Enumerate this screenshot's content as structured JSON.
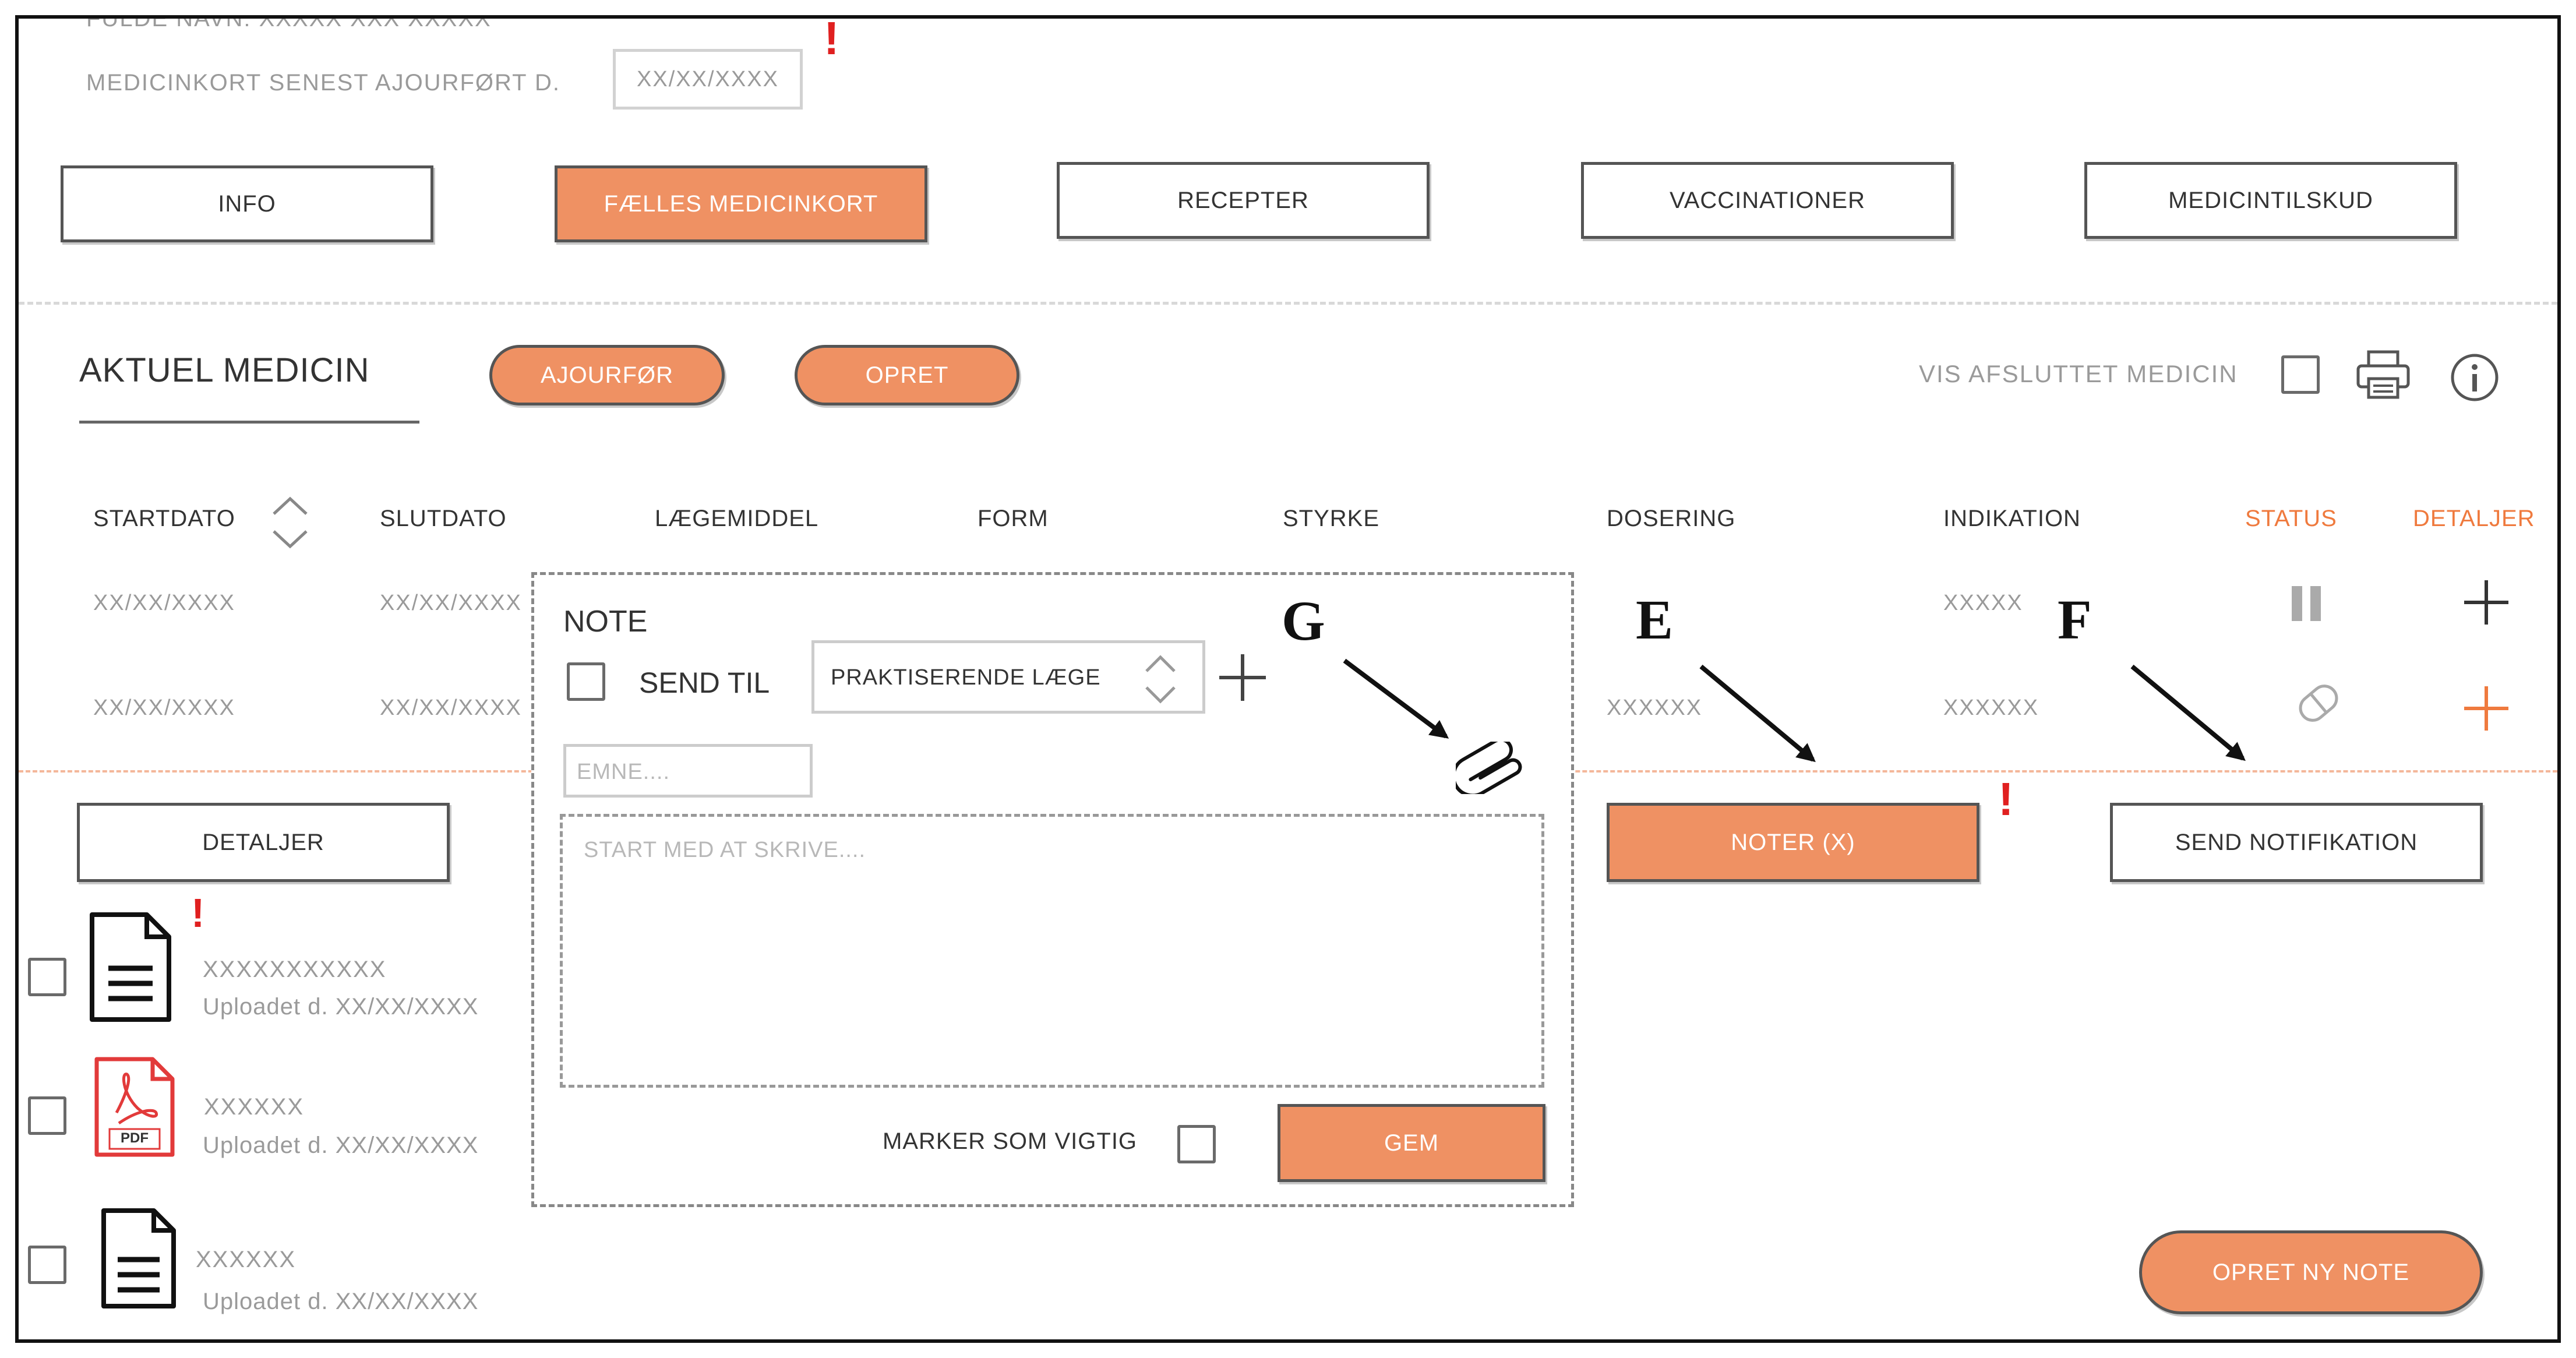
{
  "header": {
    "name_line": "FULDE NAVN: XXXXX XXX XXXXX",
    "updated_label": "MEDICINKORT SENEST AJOURFØRT D.",
    "updated_value": "XX/XX/XXXX",
    "alert": "!"
  },
  "nav_tabs": [
    {
      "label": "INFO",
      "active": false
    },
    {
      "label": "FÆLLES MEDICINKORT",
      "active": true
    },
    {
      "label": "RECEPTER",
      "active": false
    },
    {
      "label": "VACCINATIONER",
      "active": false
    },
    {
      "label": "MEDICINTILSKUD",
      "active": false
    }
  ],
  "section": {
    "title": "AKTUEL MEDICIN",
    "update_button": "AJOURFØR",
    "create_button": "OPRET",
    "show_ended_label": "VIS AFSLUTTET MEDICIN"
  },
  "table": {
    "columns": [
      "STARTDATO",
      "SLUTDATO",
      "LÆGEMIDDEL",
      "FORM",
      "STYRKE",
      "DOSERING",
      "INDIKATION",
      "STATUS",
      "DETALJER"
    ],
    "rows": [
      {
        "startdato": "XX/XX/XXXX",
        "slutdato": "XX/XX/XXXX",
        "dosering": "",
        "indikation": "XXXXX"
      },
      {
        "startdato": "XX/XX/XXXX",
        "slutdato": "XX/XX/XXXX",
        "dosering": "XXXXXX",
        "indikation": "XXXXXX"
      }
    ]
  },
  "actions": {
    "details_button": "DETALJER",
    "notes_button": "NOTER (X)",
    "send_notification_button": "SEND NOTIFIKATION",
    "new_note_button": "OPRET NY NOTE",
    "alert": "!"
  },
  "files": [
    {
      "name": "XXXXXXXXXXX",
      "uploaded": "Uploadet d. XX/XX/XXXX",
      "icon": "document-icon",
      "alert": "!"
    },
    {
      "name": "XXXXXX",
      "uploaded": "Uploadet d. XX/XX/XXXX",
      "icon": "pdf-icon",
      "pdf_label": "PDF"
    },
    {
      "name": "XXXXXX",
      "uploaded": "Uploadet d. XX/XX/XXXX",
      "icon": "document-icon"
    }
  ],
  "note_modal": {
    "title": "NOTE",
    "send_to_label": "SEND TIL",
    "recipient": "PRAKTISERENDE LÆGE",
    "subject_placeholder": "EMNE....",
    "body_placeholder": "START MED AT SKRIVE....",
    "important_label": "MARKER SOM VIGTIG",
    "save_button": "GEM"
  },
  "annotations": {
    "g": "G",
    "e": "E",
    "f": "F"
  },
  "colors": {
    "accent": "#ef9163",
    "accent_text": "#ef7a3e",
    "alert": "#e02020"
  }
}
